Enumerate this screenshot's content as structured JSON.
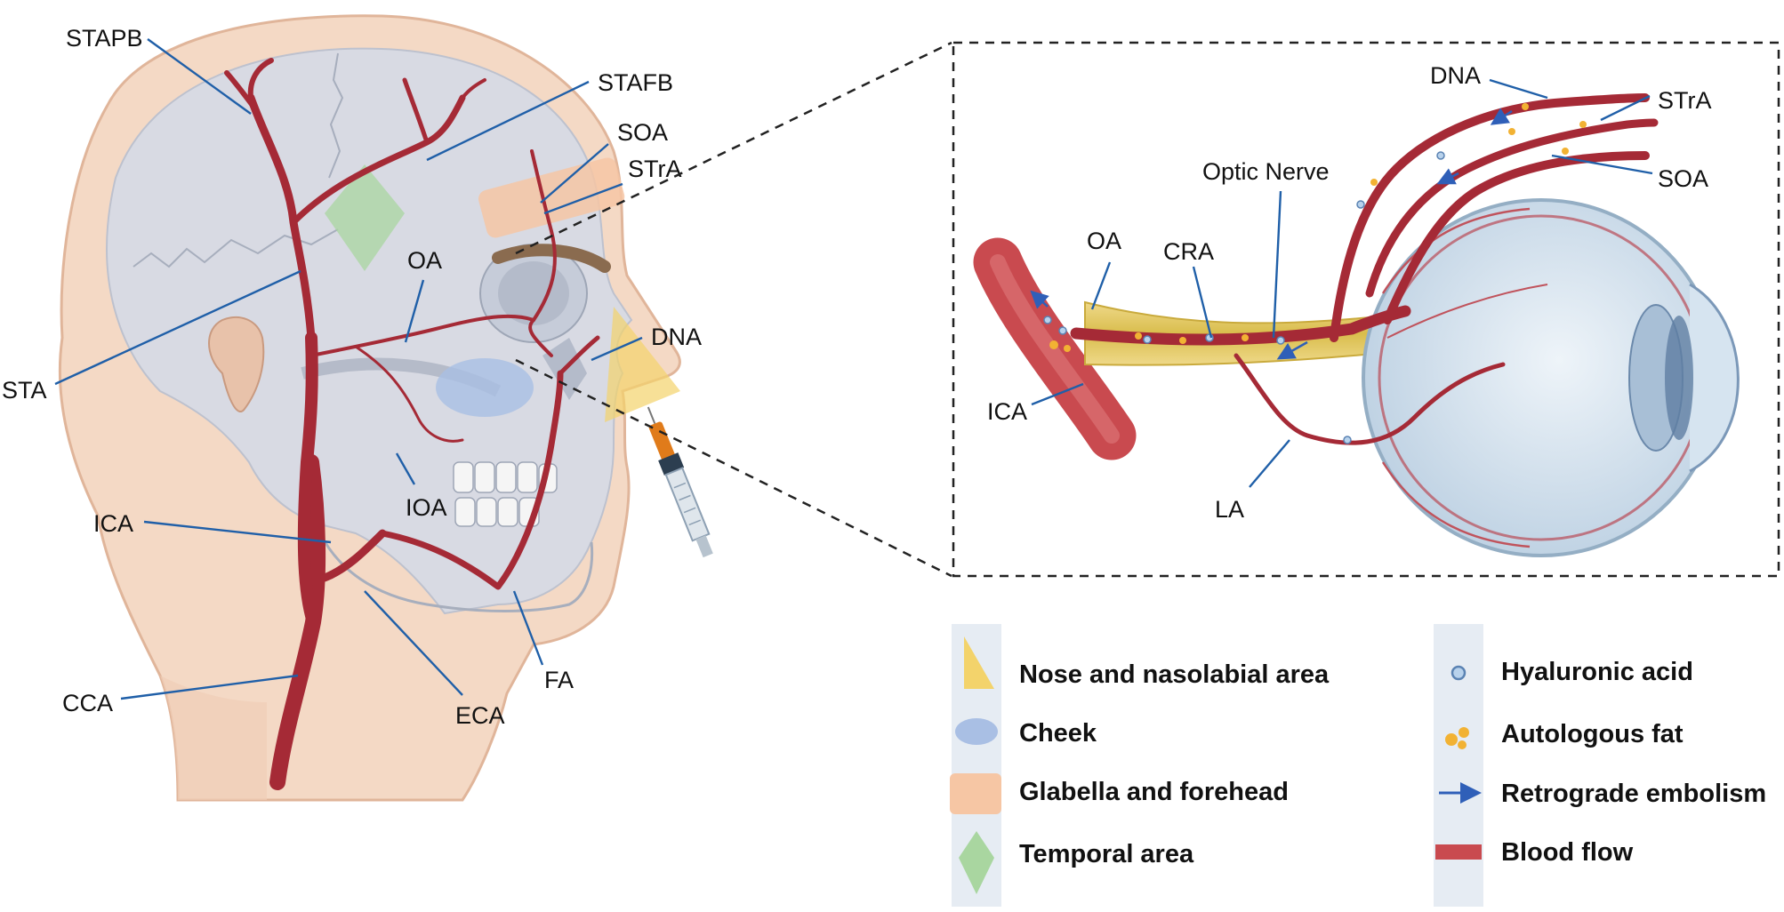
{
  "head_labels": {
    "stapb": "STAPB",
    "stafb": "STAFB",
    "soa": "SOA",
    "stra": "STrA",
    "oa": "OA",
    "dna": "DNA",
    "sta": "STA",
    "ioa": "IOA",
    "ica": "ICA",
    "cca": "CCA",
    "eca": "ECA",
    "fa": "FA"
  },
  "eye_labels": {
    "dna": "DNA",
    "stra": "STrA",
    "soa": "SOA",
    "optic_nerve": "Optic Nerve",
    "oa": "OA",
    "cra": "CRA",
    "ica": "ICA",
    "la": "LA"
  },
  "legend": {
    "nose": "Nose and nasolabial area",
    "cheek": "Cheek",
    "glabella": "Glabella and forehead",
    "temporal": "Temporal area",
    "hyaluronic": "Hyaluronic acid",
    "fat": "Autologous fat",
    "retrograde": "Retrograde embolism",
    "blood": "Blood flow"
  },
  "colors": {
    "artery": "#a52a36",
    "leader": "#1f5fa8",
    "nose_area": "#f3d36b",
    "cheek": "#a9bfe4",
    "glabella": "#f6c6a4",
    "temporal": "#a9d6a0",
    "skin": "#f4d9c5",
    "skull": "#d6dbe6",
    "legend_bg": "#e6ecf3"
  },
  "icons": {
    "hyaluronic": "hyaluronic-dot-icon",
    "fat": "fat-globule-icon",
    "retrograde": "blue-arrow-icon",
    "blood": "red-bar-icon"
  }
}
